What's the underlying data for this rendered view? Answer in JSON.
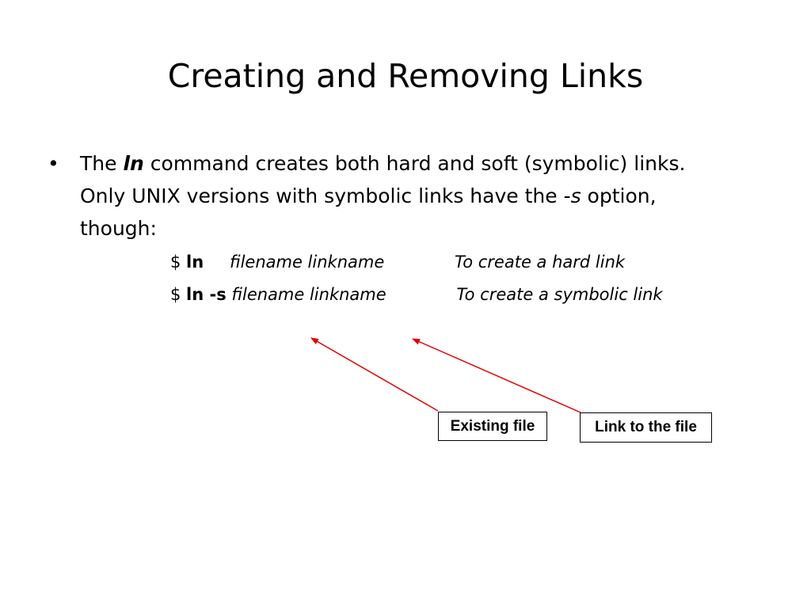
{
  "title": "Creating and Removing Links",
  "bullet": {
    "symbol": "•",
    "text_before_cmd": "The ",
    "cmd": "ln",
    "text_line1_rest": " command creates both hard and soft (symbolic) links.",
    "text_line2_before_opt": "Only UNIX versions with symbolic links have the ",
    "opt": "-s",
    "text_line2_after_opt": " option,",
    "text_line3": "though:"
  },
  "commands": [
    {
      "dollar": "$ ",
      "cmd": "ln",
      "args": "filename linkname",
      "description": "To create a hard link"
    },
    {
      "dollar": "$ ",
      "cmd": "ln -s",
      "args": "filename linkname",
      "description": "To create a symbolic link"
    }
  ],
  "labels": {
    "existing_file": "Existing file",
    "link_to_file": "Link to the file"
  },
  "colors": {
    "arrow": "#e00000",
    "text": "#000000",
    "background": "#ffffff"
  }
}
